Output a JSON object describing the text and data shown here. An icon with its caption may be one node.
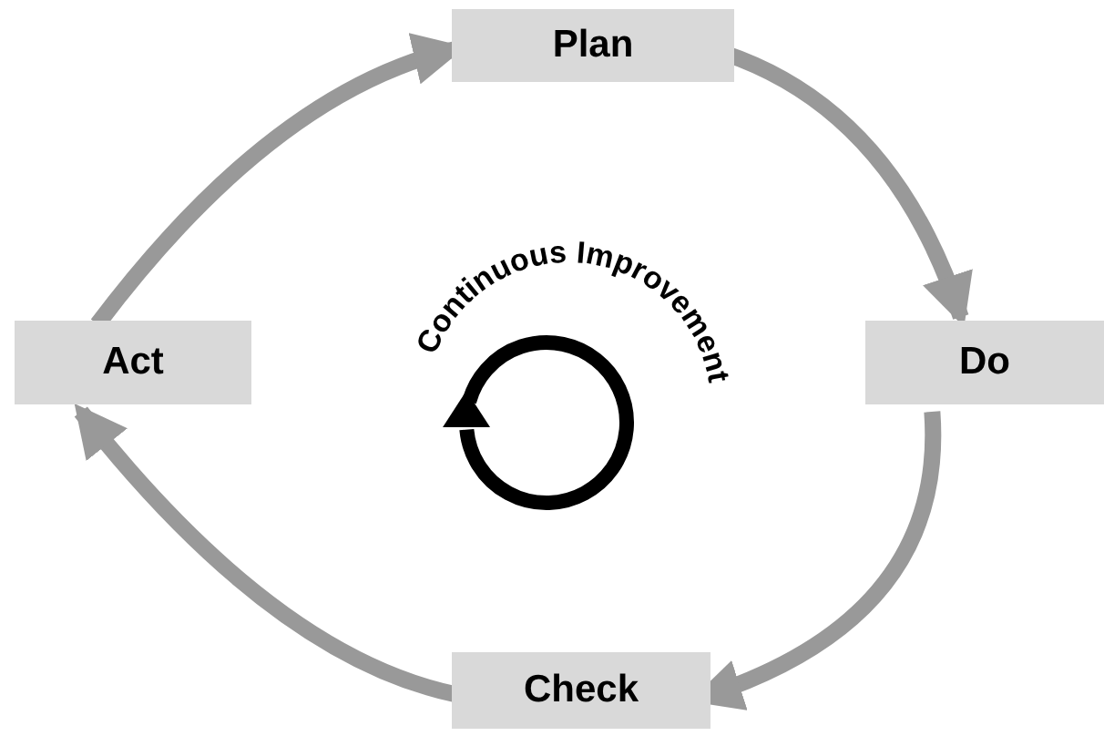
{
  "diagram": {
    "nodes": [
      {
        "text": [
          "Plan"
        ]
      },
      {
        "text": [
          "Do"
        ]
      },
      {
        "text": [
          "Check"
        ]
      },
      {
        "text": [
          "Act"
        ]
      }
    ],
    "edges": [
      {
        "from": 0,
        "to": 1,
        "arrow": "to"
      },
      {
        "from": 1,
        "to": 2,
        "arrow": "to"
      },
      {
        "from": 2,
        "to": 3,
        "arrow": "to"
      },
      {
        "from": 3,
        "to": 0,
        "arrow": "to"
      }
    ],
    "labels": [
      "Continuous Improvement"
    ]
  }
}
